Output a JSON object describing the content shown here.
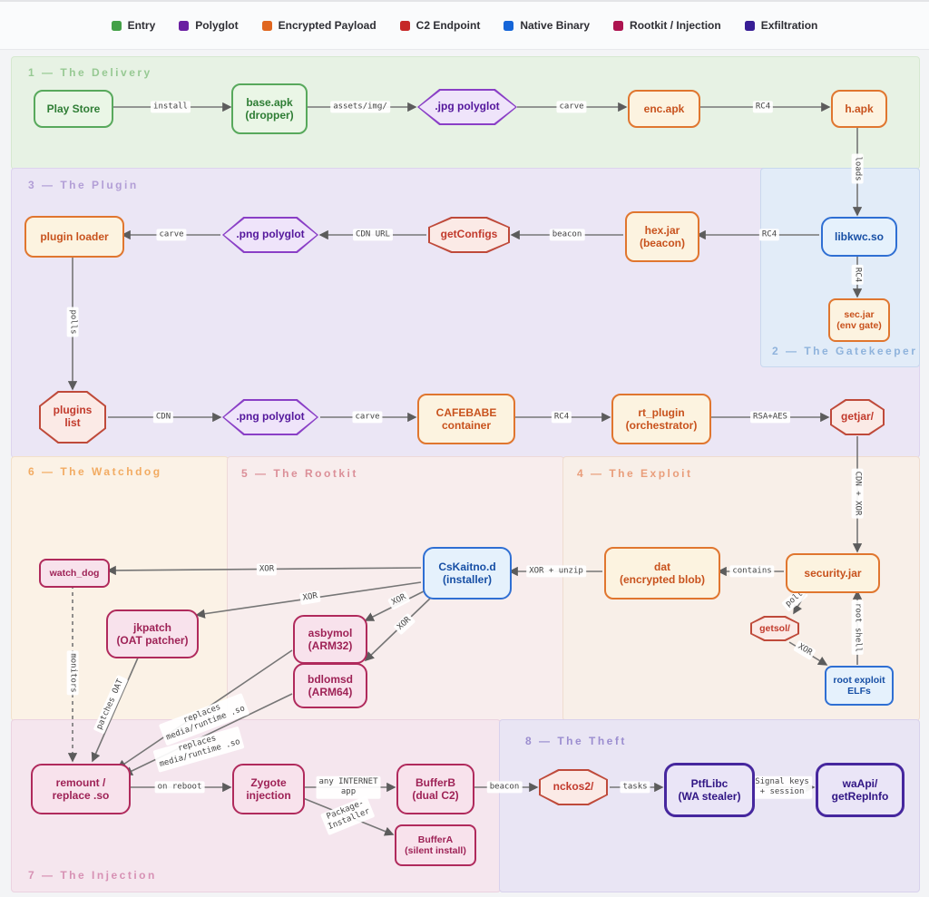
{
  "legend": {
    "items": [
      {
        "label": "Entry",
        "color": "#43a047"
      },
      {
        "label": "Polyglot",
        "color": "#6a1fa2"
      },
      {
        "label": "Encrypted Payload",
        "color": "#e0661f"
      },
      {
        "label": "C2 Endpoint",
        "color": "#c62828"
      },
      {
        "label": "Native Binary",
        "color": "#1565d8"
      },
      {
        "label": "Rootkit / Injection",
        "color": "#ad1450"
      },
      {
        "label": "Exfiltration",
        "color": "#371d95"
      }
    ]
  },
  "sections": {
    "s1": "1 — The Delivery",
    "s2": "2 — The Gatekeeper",
    "s3": "3 — The Plugin",
    "s4": "4 — The Exploit",
    "s5": "5 — The Rootkit",
    "s6": "6 — The Watchdog",
    "s7": "7 — The Injection",
    "s8": "8 — The Theft"
  },
  "nodes": {
    "play_store": {
      "l1": "Play Store"
    },
    "base_apk": {
      "l1": "base.apk",
      "l2": "(dropper)"
    },
    "jpg_polyglot": {
      "l1": ".jpg polyglot"
    },
    "enc_apk": {
      "l1": "enc.apk"
    },
    "h_apk": {
      "l1": "h.apk"
    },
    "libkwc": {
      "l1": "libkwc.so"
    },
    "sec_jar": {
      "l1": "sec.jar",
      "l2": "(env gate)"
    },
    "hex_jar": {
      "l1": "hex.jar",
      "l2": "(beacon)"
    },
    "getconfigs": {
      "l1": "getConfigs"
    },
    "png_polyglot1": {
      "l1": ".png polyglot"
    },
    "plugin_loader": {
      "l1": "plugin loader"
    },
    "plugins_list": {
      "l1": "plugins",
      "l2": "list"
    },
    "png_polyglot2": {
      "l1": ".png polyglot"
    },
    "cafebabe": {
      "l1": "CAFEBABE",
      "l2": "container"
    },
    "rt_plugin": {
      "l1": "rt_plugin",
      "l2": "(orchestrator)"
    },
    "getjar": {
      "l1": "getjar/"
    },
    "security_jar": {
      "l1": "security.jar"
    },
    "dat_blob": {
      "l1": "dat",
      "l2": "(encrypted blob)"
    },
    "getsol": {
      "l1": "getsol/"
    },
    "root_elfs": {
      "l1": "root exploit",
      "l2": "ELFs"
    },
    "cskaitno": {
      "l1": "CsKaitno.d",
      "l2": "(installer)"
    },
    "watch_dog": {
      "l1": "watch_dog"
    },
    "jkpatch": {
      "l1": "jkpatch",
      "l2": "(OAT patcher)"
    },
    "asbymol": {
      "l1": "asbymol",
      "l2": "(ARM32)"
    },
    "bdlomsd": {
      "l1": "bdlomsd",
      "l2": "(ARM64)"
    },
    "remount": {
      "l1": "remount /",
      "l2": "replace .so"
    },
    "zygote": {
      "l1": "Zygote",
      "l2": "injection"
    },
    "bufferb": {
      "l1": "BufferB",
      "l2": "(dual C2)"
    },
    "buffera": {
      "l1": "BufferA",
      "l2": "(silent install)"
    },
    "nckos2": {
      "l1": "nckos2/"
    },
    "ptflibc": {
      "l1": "PtfLibc",
      "l2": "(WA stealer)"
    },
    "waapi": {
      "l1": "waApi/",
      "l2": "getRepInfo"
    }
  },
  "edges": {
    "install": "install",
    "assets": "assets/img/",
    "carve1": "carve",
    "rc4_1": "RC4",
    "loads": "loads",
    "rc4_2": "RC4",
    "rc4_3": "RC4",
    "beacon1": "beacon",
    "cdn_url": "CDN URL",
    "carve2": "carve",
    "polls": "polls",
    "cdn": "CDN",
    "carve3": "carve",
    "rc4_4": "RC4",
    "rsa_aes": "RSA+AES",
    "cdn_xor": "CDN + XOR",
    "contains": "contains",
    "xor_unzip": "XOR + unzip",
    "xor1": "XOR",
    "xor2": "XOR",
    "xor3": "XOR",
    "xor4": "XOR",
    "poll": "poll",
    "xor5": "XOR",
    "root_shell": "root shell",
    "monitors": "monitors",
    "patches_oat": "patches OAT",
    "replaces1": "replaces\nmedia/runtime .so",
    "replaces2": "replaces\nmedia/runtime .so",
    "on_reboot": "on reboot",
    "any_internet": "any INTERNET\napp",
    "pkg_installer": "Package-\nInstaller",
    "beacon2": "beacon",
    "tasks": "tasks",
    "signal_keys": "Signal keys\n+ session"
  }
}
